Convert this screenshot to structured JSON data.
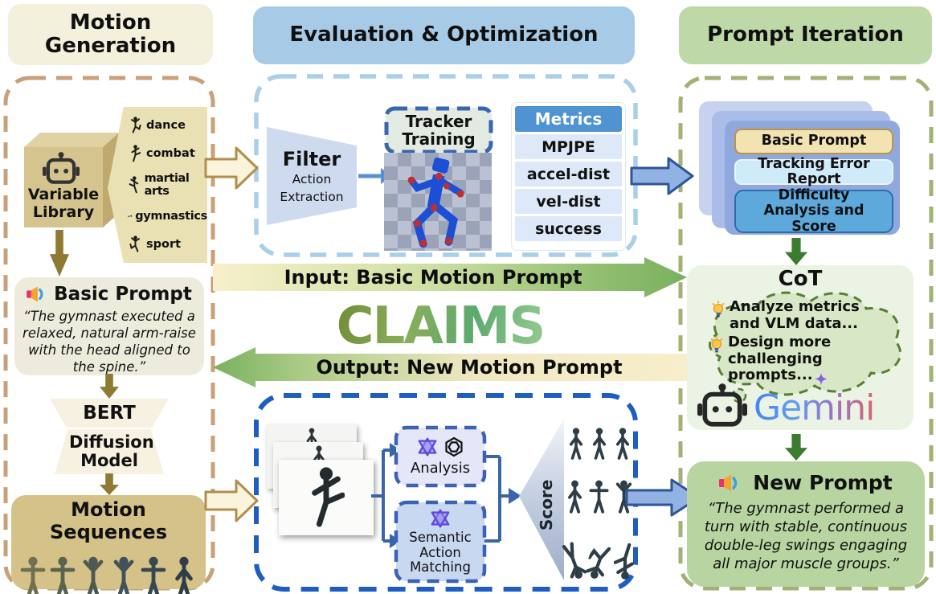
{
  "headers": {
    "left": "Motion Generation",
    "middle": "Evaluation & Optimization",
    "right": "Prompt Iteration"
  },
  "left_panel": {
    "variable_library": {
      "label": "Variable Library",
      "categories": [
        "dance",
        "combat",
        "martial arts",
        "gymnastics",
        "sport"
      ]
    },
    "basic_prompt": {
      "title": "Basic Prompt",
      "quote": "“The gymnast executed a relaxed, natural arm-raise with the head aligned to the spine.”"
    },
    "bert_label": "BERT",
    "diffusion_label": "Diffusion Model",
    "motion_sequences_label": "Motion Sequences"
  },
  "middle_panel": {
    "filter": {
      "title": "Filter",
      "line1": "Action",
      "line2": "Extraction"
    },
    "tracker_training_label": "Tracker Training",
    "metrics": {
      "header": "Metrics",
      "rows": [
        "MPJPE",
        "accel-dist",
        "vel-dist",
        "success"
      ]
    },
    "input_arrow_label": "Input:  Basic Motion Prompt",
    "logo_text": "CLAIMS",
    "output_arrow_label": "Output:  New Motion Prompt",
    "analysis_label": "Analysis",
    "semantic_label": "Semantic Action Matching",
    "score_label": "Score"
  },
  "right_panel": {
    "report_cards": [
      "Basic Prompt",
      "Tracking Error Report",
      "Difficulty Analysis and Score"
    ],
    "cot": {
      "title": "CoT",
      "bullets": [
        "Analyze metrics and VLM data...",
        "Design more challenging prompts..."
      ]
    },
    "gemini_label": "Gemini",
    "new_prompt": {
      "title": "New Prompt",
      "quote": "“The gymnast performed a turn with stable, continuous double-leg swings engaging all major muscle groups.”"
    }
  },
  "icons": {
    "speaker": "speaker-icon",
    "robot": "robot-icon",
    "lightbulb": "lightbulb-icon",
    "sparkle": "sparkle-icon",
    "openai": "openai-logo-icon",
    "ai_hexagram": "ai-logo-icon",
    "person": "person-silhouette-icon"
  },
  "colors": {
    "header_left_bg": "#f3f0dc",
    "header_mid_bg": "#a7cbe7",
    "header_right_bg": "#bed8a8",
    "dash_left": "#c9a077",
    "dash_mid_top": "#a9cfeb",
    "dash_mid_bottom": "#1e5ec2",
    "dash_right": "#a3b175",
    "metrics_header": "#4f93d2",
    "metrics_row": "#dde9f8",
    "input_arrow": "#8cbb6c",
    "output_arrow": "#f8eecb",
    "gemini_gradient": [
      "#4285f4",
      "#9b72cb",
      "#d96570"
    ],
    "new_prompt_bg": "#b7d4a1",
    "cot_bg": "#ebf3e5",
    "motion_seq_bg": "#d4c289"
  }
}
